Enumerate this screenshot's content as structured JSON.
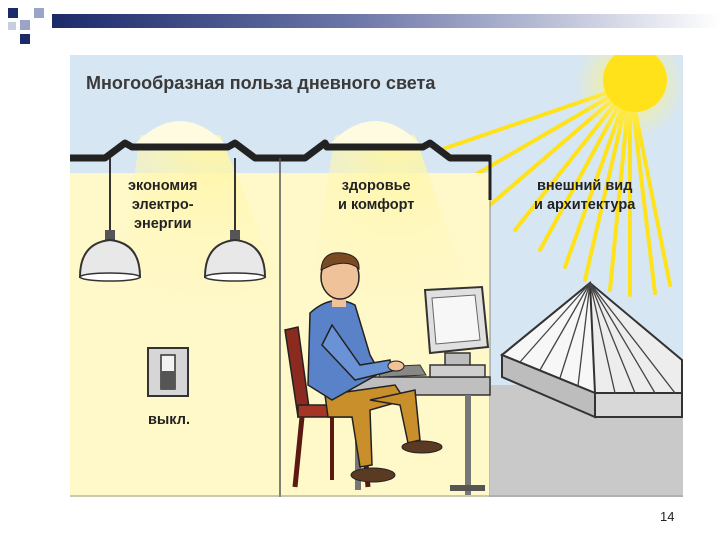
{
  "slide": {
    "title": "Многообразная польза дневного света",
    "labels": {
      "energy_line1": "экономия",
      "energy_line2": "электро-",
      "energy_line3": "энергии",
      "health_line1": "здоровье",
      "health_line2": "и комфорт",
      "architecture_line1": "внешний вид",
      "architecture_line2": "и архитектура",
      "switch_off": "выкл."
    },
    "page_number": "14"
  },
  "colors": {
    "wall": "#fff8c8",
    "sky": "#d6e6f3",
    "sun": "#ffe21a",
    "header_bar": "#1c2a6a",
    "square_dark": "#1c2a6a",
    "square_light": "#9aa4c8"
  }
}
